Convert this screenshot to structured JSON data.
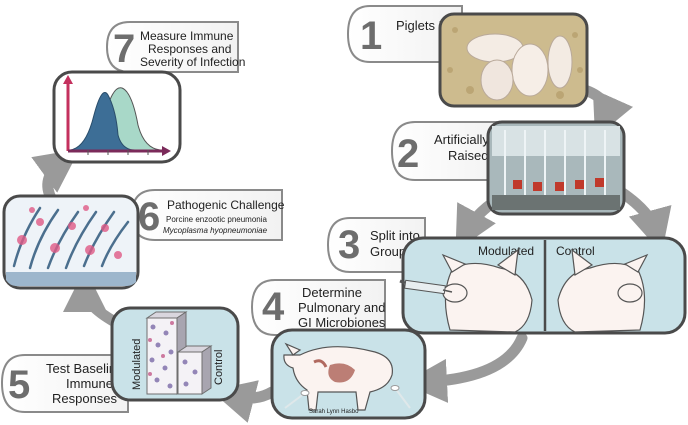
{
  "steps": [
    {
      "number": "1",
      "label": "Piglets Born"
    },
    {
      "number": "2",
      "line1": "Artificially",
      "line2": "Raised"
    },
    {
      "number": "3",
      "line1": "Split into",
      "line2": "Groups"
    },
    {
      "number": "4",
      "line1": "Determine",
      "line2": "Pulmonary and",
      "line3": "GI Microbiones"
    },
    {
      "number": "5",
      "line1": "Test Baseline",
      "line2": "Immune",
      "line3": "Responses"
    },
    {
      "number": "6",
      "title": "Pathogenic Challenge",
      "detail1": "Porcine enzootic pneumonia",
      "detail2": "Mycoplasma hyopneumoniae"
    },
    {
      "number": "7",
      "line1": "Measure Immune",
      "line2": "Responses and",
      "line3": "Severity of Infection"
    }
  ],
  "groups": {
    "modulated": "Modulated",
    "control": "Control"
  },
  "bar_labels": {
    "modulated": "Modulated",
    "control": "Control"
  },
  "artist_signature": "Sarah Lynn Hasbo"
}
